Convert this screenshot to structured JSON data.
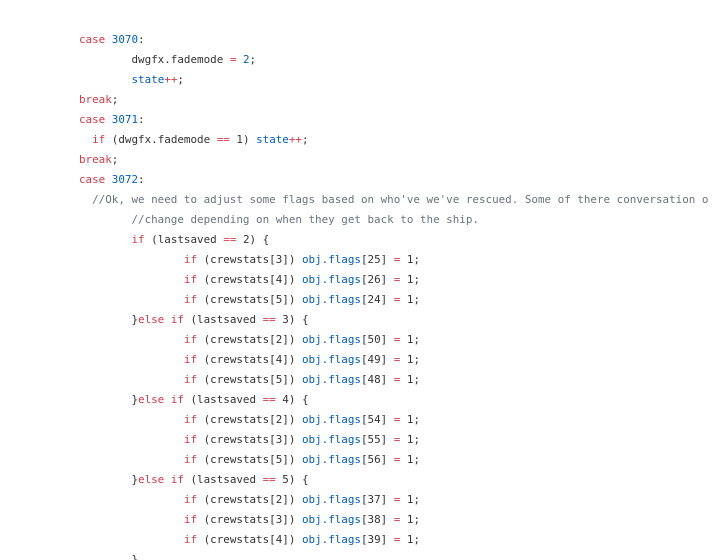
{
  "colors": {
    "keyword": "#d73a49",
    "number": "#005cc5",
    "operator": "#d73a49",
    "property": "#005cc5",
    "comment": "#6a737d",
    "plain": "#333333",
    "background": "#ffffff"
  },
  "code": {
    "lines": [
      [
        {
          "t": "kw",
          "v": "case "
        },
        {
          "t": "num",
          "v": "3070"
        },
        {
          "t": "pl",
          "v": ":"
        }
      ],
      [
        {
          "t": "pl",
          "v": "        dwgfx.fademode "
        },
        {
          "t": "op",
          "v": "="
        },
        {
          "t": "pl",
          "v": " "
        },
        {
          "t": "num",
          "v": "2"
        },
        {
          "t": "pl",
          "v": ";"
        }
      ],
      [
        {
          "t": "pl",
          "v": "        "
        },
        {
          "t": "prop",
          "v": "state"
        },
        {
          "t": "op",
          "v": "++"
        },
        {
          "t": "pl",
          "v": ";"
        }
      ],
      [
        {
          "t": "kw",
          "v": "break"
        },
        {
          "t": "pl",
          "v": ";"
        }
      ],
      [
        {
          "t": "kw",
          "v": "case "
        },
        {
          "t": "num",
          "v": "3071"
        },
        {
          "t": "pl",
          "v": ":"
        }
      ],
      [
        {
          "t": "pl",
          "v": "  "
        },
        {
          "t": "kw",
          "v": "if"
        },
        {
          "t": "pl",
          "v": " (dwgfx.fademode "
        },
        {
          "t": "op",
          "v": "=="
        },
        {
          "t": "pl",
          "v": " 1) "
        },
        {
          "t": "prop",
          "v": "state"
        },
        {
          "t": "op",
          "v": "++"
        },
        {
          "t": "pl",
          "v": ";"
        }
      ],
      [
        {
          "t": "kw",
          "v": "break"
        },
        {
          "t": "pl",
          "v": ";"
        }
      ],
      [
        {
          "t": "kw",
          "v": "case "
        },
        {
          "t": "num",
          "v": "3072"
        },
        {
          "t": "pl",
          "v": ":"
        }
      ],
      [
        {
          "t": "cm",
          "v": "  //Ok, we need to adjust some flags based on who've we've rescued. Some of there conversation o"
        }
      ],
      [
        {
          "t": "cm",
          "v": "        //change depending on when they get back to the ship."
        }
      ],
      [
        {
          "t": "pl",
          "v": "        "
        },
        {
          "t": "kw",
          "v": "if"
        },
        {
          "t": "pl",
          "v": " (lastsaved "
        },
        {
          "t": "op",
          "v": "=="
        },
        {
          "t": "pl",
          "v": " 2) {"
        }
      ],
      [
        {
          "t": "pl",
          "v": "                "
        },
        {
          "t": "kw",
          "v": "if"
        },
        {
          "t": "pl",
          "v": " (crewstats[3]) "
        },
        {
          "t": "prop",
          "v": "obj.flags"
        },
        {
          "t": "pl",
          "v": "[25] "
        },
        {
          "t": "op",
          "v": "="
        },
        {
          "t": "pl",
          "v": " 1;"
        }
      ],
      [
        {
          "t": "pl",
          "v": "                "
        },
        {
          "t": "kw",
          "v": "if"
        },
        {
          "t": "pl",
          "v": " (crewstats[4]) "
        },
        {
          "t": "prop",
          "v": "obj.flags"
        },
        {
          "t": "pl",
          "v": "[26] "
        },
        {
          "t": "op",
          "v": "="
        },
        {
          "t": "pl",
          "v": " 1;"
        }
      ],
      [
        {
          "t": "pl",
          "v": "                "
        },
        {
          "t": "kw",
          "v": "if"
        },
        {
          "t": "pl",
          "v": " (crewstats[5]) "
        },
        {
          "t": "prop",
          "v": "obj.flags"
        },
        {
          "t": "pl",
          "v": "[24] "
        },
        {
          "t": "op",
          "v": "="
        },
        {
          "t": "pl",
          "v": " 1;"
        }
      ],
      [
        {
          "t": "pl",
          "v": "        }"
        },
        {
          "t": "kw",
          "v": "else if"
        },
        {
          "t": "pl",
          "v": " (lastsaved "
        },
        {
          "t": "op",
          "v": "=="
        },
        {
          "t": "pl",
          "v": " 3) {"
        }
      ],
      [
        {
          "t": "pl",
          "v": "                "
        },
        {
          "t": "kw",
          "v": "if"
        },
        {
          "t": "pl",
          "v": " (crewstats[2]) "
        },
        {
          "t": "prop",
          "v": "obj.flags"
        },
        {
          "t": "pl",
          "v": "[50] "
        },
        {
          "t": "op",
          "v": "="
        },
        {
          "t": "pl",
          "v": " 1;"
        }
      ],
      [
        {
          "t": "pl",
          "v": "                "
        },
        {
          "t": "kw",
          "v": "if"
        },
        {
          "t": "pl",
          "v": " (crewstats[4]) "
        },
        {
          "t": "prop",
          "v": "obj.flags"
        },
        {
          "t": "pl",
          "v": "[49] "
        },
        {
          "t": "op",
          "v": "="
        },
        {
          "t": "pl",
          "v": " 1;"
        }
      ],
      [
        {
          "t": "pl",
          "v": "                "
        },
        {
          "t": "kw",
          "v": "if"
        },
        {
          "t": "pl",
          "v": " (crewstats[5]) "
        },
        {
          "t": "prop",
          "v": "obj.flags"
        },
        {
          "t": "pl",
          "v": "[48] "
        },
        {
          "t": "op",
          "v": "="
        },
        {
          "t": "pl",
          "v": " 1;"
        }
      ],
      [
        {
          "t": "pl",
          "v": "        }"
        },
        {
          "t": "kw",
          "v": "else if"
        },
        {
          "t": "pl",
          "v": " (lastsaved "
        },
        {
          "t": "op",
          "v": "=="
        },
        {
          "t": "pl",
          "v": " 4) {"
        }
      ],
      [
        {
          "t": "pl",
          "v": "                "
        },
        {
          "t": "kw",
          "v": "if"
        },
        {
          "t": "pl",
          "v": " (crewstats[2]) "
        },
        {
          "t": "prop",
          "v": "obj.flags"
        },
        {
          "t": "pl",
          "v": "[54] "
        },
        {
          "t": "op",
          "v": "="
        },
        {
          "t": "pl",
          "v": " 1;"
        }
      ],
      [
        {
          "t": "pl",
          "v": "                "
        },
        {
          "t": "kw",
          "v": "if"
        },
        {
          "t": "pl",
          "v": " (crewstats[3]) "
        },
        {
          "t": "prop",
          "v": "obj.flags"
        },
        {
          "t": "pl",
          "v": "[55] "
        },
        {
          "t": "op",
          "v": "="
        },
        {
          "t": "pl",
          "v": " 1;"
        }
      ],
      [
        {
          "t": "pl",
          "v": "                "
        },
        {
          "t": "kw",
          "v": "if"
        },
        {
          "t": "pl",
          "v": " (crewstats[5]) "
        },
        {
          "t": "prop",
          "v": "obj.flags"
        },
        {
          "t": "pl",
          "v": "[56] "
        },
        {
          "t": "op",
          "v": "="
        },
        {
          "t": "pl",
          "v": " 1;"
        }
      ],
      [
        {
          "t": "pl",
          "v": "        }"
        },
        {
          "t": "kw",
          "v": "else if"
        },
        {
          "t": "pl",
          "v": " (lastsaved "
        },
        {
          "t": "op",
          "v": "=="
        },
        {
          "t": "pl",
          "v": " 5) {"
        }
      ],
      [
        {
          "t": "pl",
          "v": "                "
        },
        {
          "t": "kw",
          "v": "if"
        },
        {
          "t": "pl",
          "v": " (crewstats[2]) "
        },
        {
          "t": "prop",
          "v": "obj.flags"
        },
        {
          "t": "pl",
          "v": "[37] "
        },
        {
          "t": "op",
          "v": "="
        },
        {
          "t": "pl",
          "v": " 1;"
        }
      ],
      [
        {
          "t": "pl",
          "v": "                "
        },
        {
          "t": "kw",
          "v": "if"
        },
        {
          "t": "pl",
          "v": " (crewstats[3]) "
        },
        {
          "t": "prop",
          "v": "obj.flags"
        },
        {
          "t": "pl",
          "v": "[38] "
        },
        {
          "t": "op",
          "v": "="
        },
        {
          "t": "pl",
          "v": " 1;"
        }
      ],
      [
        {
          "t": "pl",
          "v": "                "
        },
        {
          "t": "kw",
          "v": "if"
        },
        {
          "t": "pl",
          "v": " (crewstats[4]) "
        },
        {
          "t": "prop",
          "v": "obj.flags"
        },
        {
          "t": "pl",
          "v": "[39] "
        },
        {
          "t": "op",
          "v": "="
        },
        {
          "t": "pl",
          "v": " 1;"
        }
      ],
      [
        {
          "t": "pl",
          "v": "        }"
        }
      ]
    ]
  }
}
